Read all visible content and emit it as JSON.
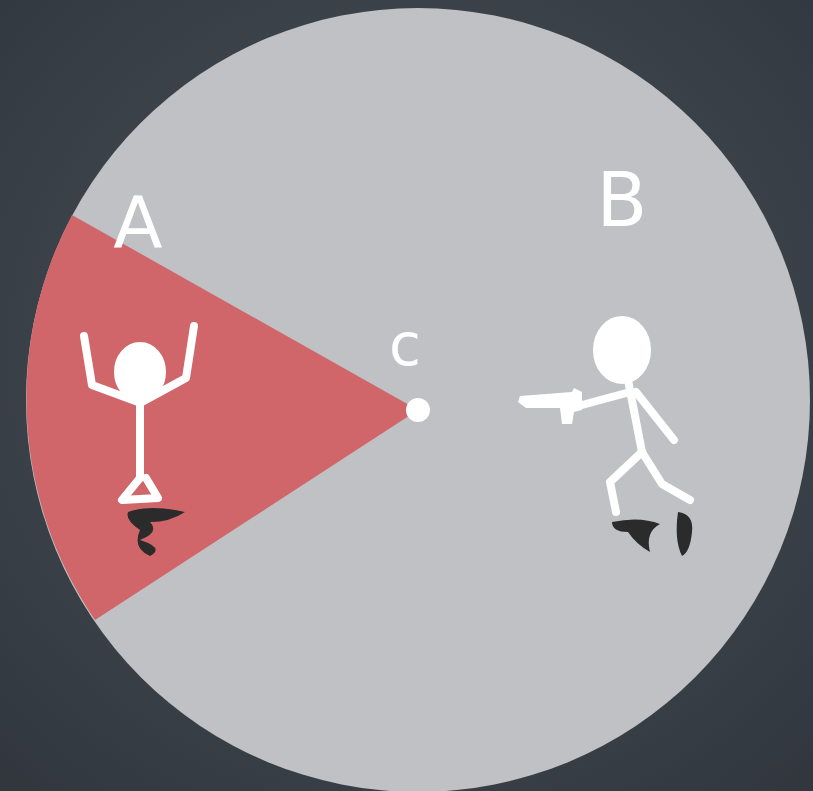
{
  "diagram": {
    "labels": [
      "A",
      "B",
      "c"
    ]
  }
}
